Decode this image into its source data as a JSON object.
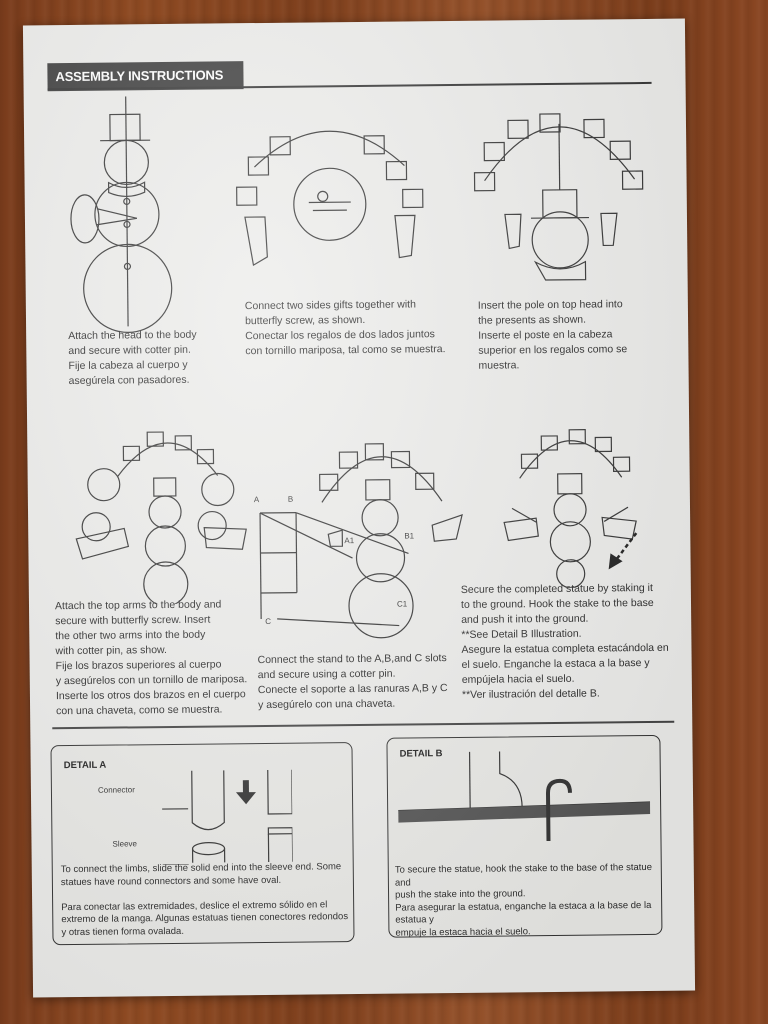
{
  "header": {
    "title": "ASSEMBLY INSTRUCTIONS"
  },
  "steps": [
    {
      "text": "Attach the head to the body\nand secure with cotter pin.\nFije la cabeza al cuerpo y\nasegúrela con pasadores."
    },
    {
      "text": "Connect two sides gifts together with\nbutterfly screw, as shown.\nConectar los regalos de dos lados juntos\ncon tornillo mariposa, tal como se muestra."
    },
    {
      "text": "Insert the pole on top head into\nthe presents as shown.\nInserte el poste en la cabeza\nsuperior en los regalos como se\nmuestra."
    },
    {
      "text": "Attach the top arms to the body and\nsecure with butterfly screw. Insert\nthe other two arms into the body\nwith cotter pin, as show.\nFije los brazos superiores al cuerpo\ny asegúrelos con un tornillo de mariposa.\nInserte los otros dos brazos en el cuerpo\ncon una chaveta, como se muestra."
    },
    {
      "text": "Connect the stand to the A,B,and C slots\nand secure using a cotter pin.\nConecte el soporte a las ranuras A,B y C\ny asegúrelo con una chaveta."
    },
    {
      "text": "Secure the completed statue by staking it\n to the ground.  Hook the stake to the base\nand push it  into the ground.\n**See Detail B Illustration.\nAsegure la estatua completa estacándola en\nel suelo. Enganche la estaca a la base y\nempújela hacia el suelo.\n**Ver ilustración del detalle B."
    }
  ],
  "step5_labels": {
    "a": "A",
    "b": "B",
    "c": "C",
    "a1": "A1",
    "b1": "B1",
    "c1": "C1"
  },
  "detail_a": {
    "title": "DETAIL A",
    "connector_label": "Connector",
    "sleeve_label": "Sleeve",
    "text": "To connect the limbs, slide the solid end into the sleeve end. Some\nstatues have round connectors and some have oval.\n\nPara conectar las extremidades, deslice el extremo sólido en el\nextremo de la manga. Algunas estatuas tienen conectores redondos\ny otras tienen forma ovalada."
  },
  "detail_b": {
    "title": "DETAIL B",
    "text": "To secure the statue, hook the stake to the base of the statue and\npush the stake into the ground.\nPara asegurar la estatua, enganche la estaca a la base de la estatua y\nempuje la estaca hacia el suelo."
  },
  "icons": [
    "snowman-icon",
    "gift-icon",
    "mitten-icon",
    "butterfly-screw-icon",
    "arrow-down-icon",
    "stake-icon"
  ]
}
